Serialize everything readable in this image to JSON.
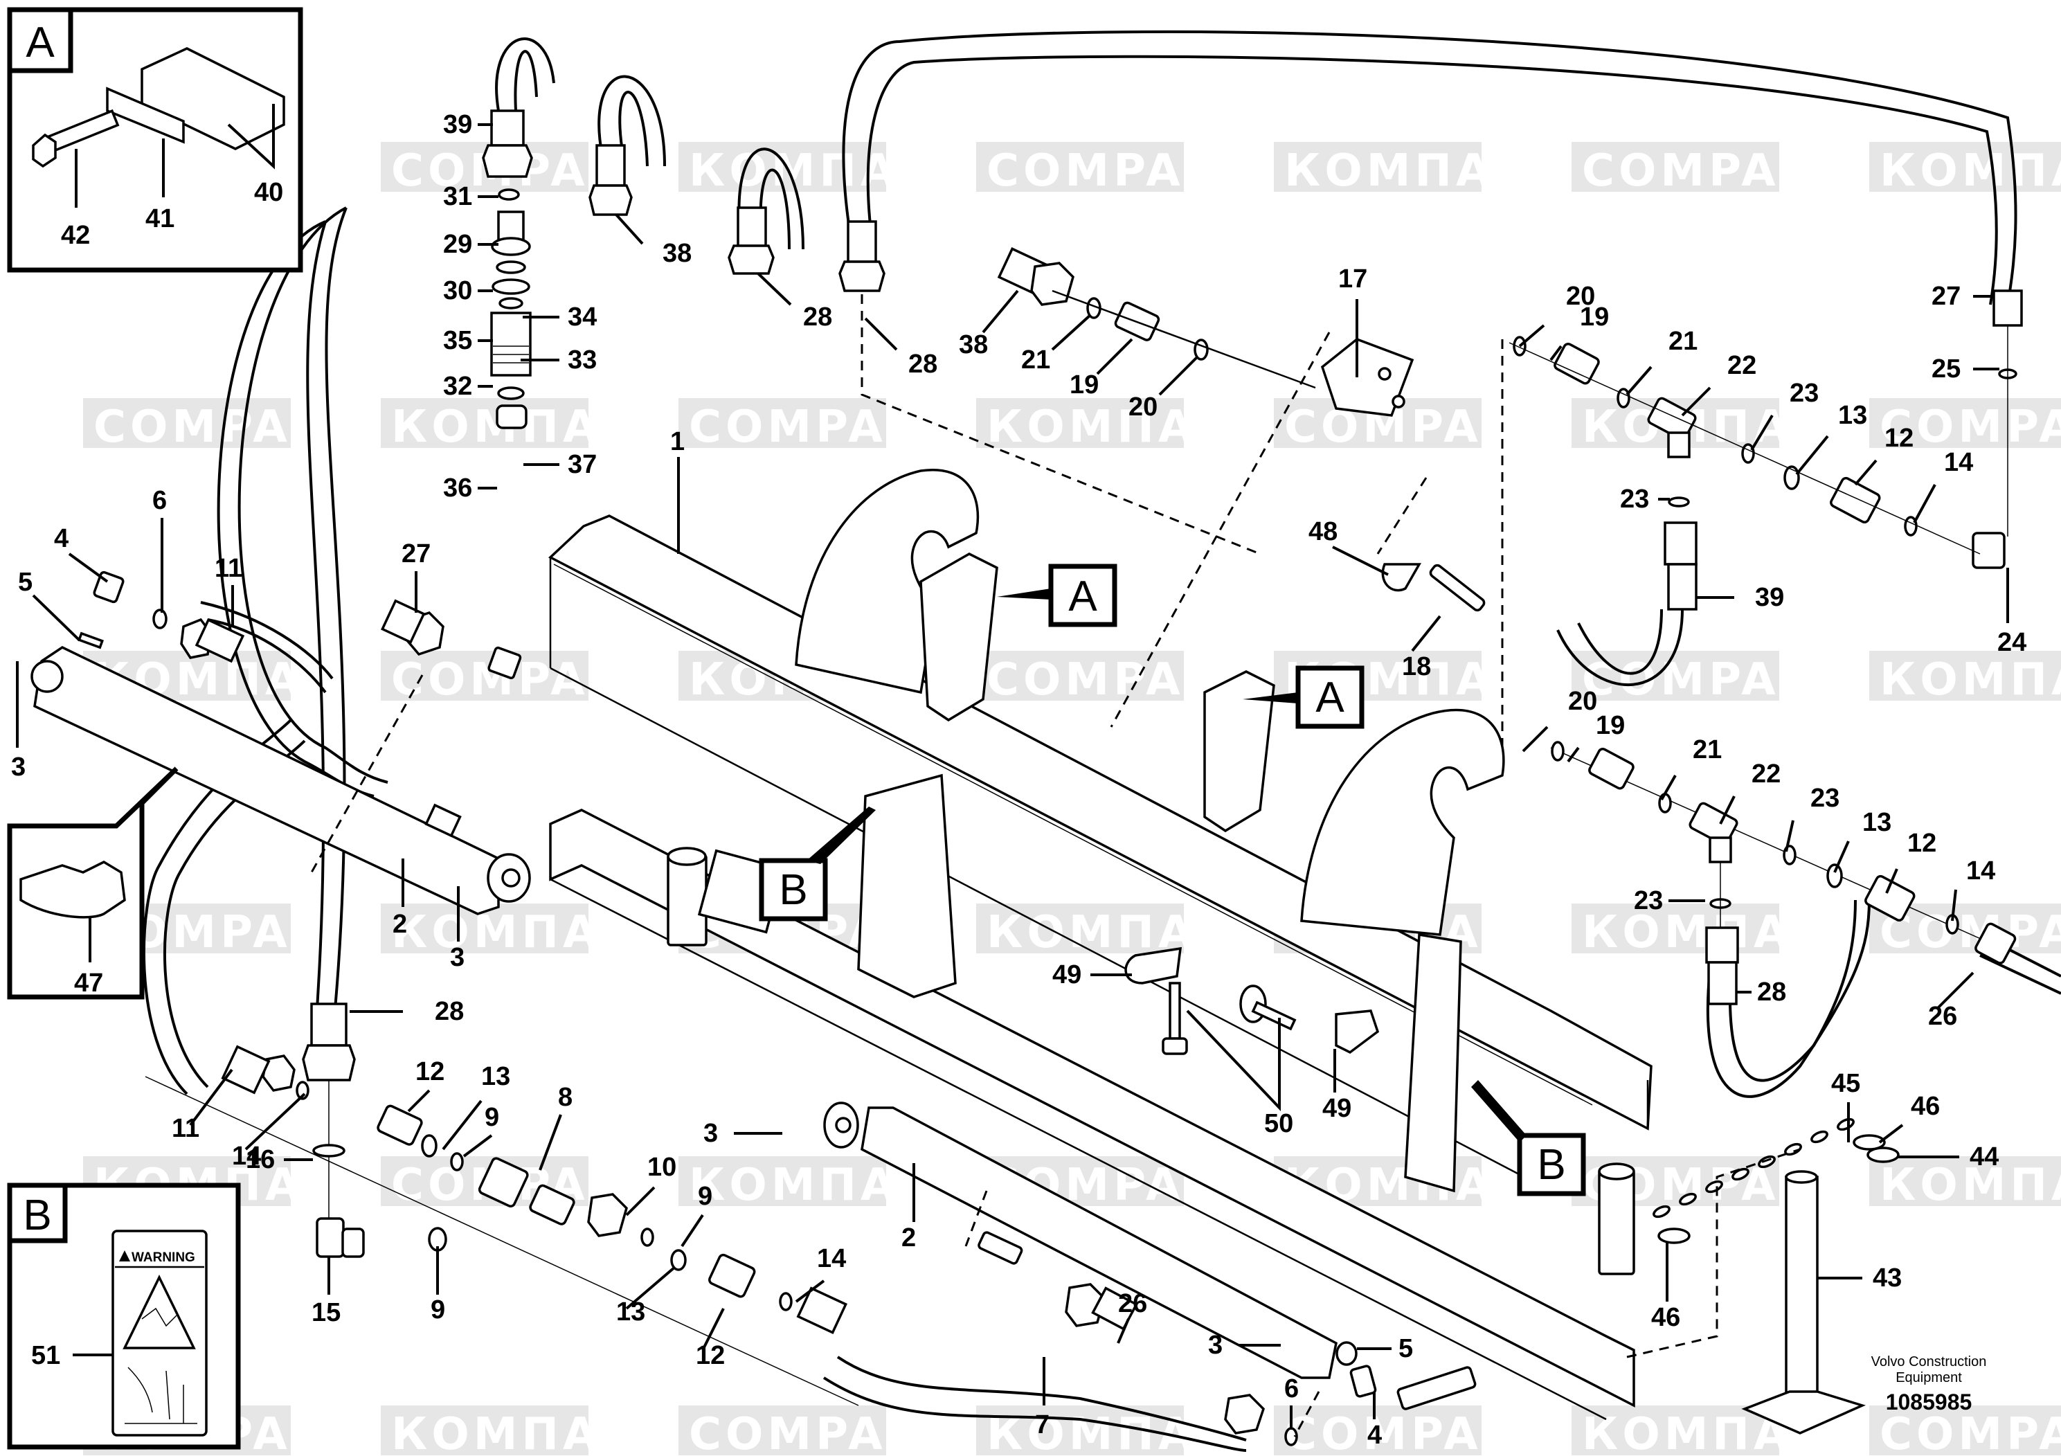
{
  "diagram": {
    "type": "exploded parts diagram",
    "publisher_line1": "Volvo Construction",
    "publisher_line2": "Equipment",
    "document_number": "1085985",
    "watermarks": [
      "КОМПАРТ",
      "COMPART"
    ],
    "colors": {
      "line": "#000000",
      "background": "#ffffff",
      "watermark_band": "#e6e6e6",
      "watermark_text": "#ffffff"
    }
  },
  "detail_views": {
    "A": {
      "label": "A",
      "callouts": [
        "40",
        "41",
        "42"
      ]
    },
    "B": {
      "label": "B",
      "callouts": [
        "51"
      ],
      "sticker_title": "WARNING"
    },
    "clamp_inset": {
      "callouts": [
        "47"
      ]
    }
  },
  "view_markers": [
    "A",
    "A",
    "B",
    "B"
  ],
  "callouts": [
    {
      "id": "c39a",
      "text": "39"
    },
    {
      "id": "c31",
      "text": "31"
    },
    {
      "id": "c29",
      "text": "29"
    },
    {
      "id": "c30",
      "text": "30"
    },
    {
      "id": "c34",
      "text": "34"
    },
    {
      "id": "c35",
      "text": "35"
    },
    {
      "id": "c33",
      "text": "33"
    },
    {
      "id": "c32",
      "text": "32"
    },
    {
      "id": "c37",
      "text": "37"
    },
    {
      "id": "c36",
      "text": "36"
    },
    {
      "id": "c38a",
      "text": "38"
    },
    {
      "id": "c28a",
      "text": "28"
    },
    {
      "id": "c28b",
      "text": "28"
    },
    {
      "id": "c38b",
      "text": "38"
    },
    {
      "id": "c21a",
      "text": "21"
    },
    {
      "id": "c19a",
      "text": "19"
    },
    {
      "id": "c20a",
      "text": "20"
    },
    {
      "id": "c17",
      "text": "17"
    },
    {
      "id": "c20b",
      "text": "20"
    },
    {
      "id": "c19b",
      "text": "19"
    },
    {
      "id": "c21b",
      "text": "21"
    },
    {
      "id": "c22a",
      "text": "22"
    },
    {
      "id": "c23a",
      "text": "23"
    },
    {
      "id": "c13a",
      "text": "13"
    },
    {
      "id": "c12a",
      "text": "12"
    },
    {
      "id": "c14a",
      "text": "14"
    },
    {
      "id": "c27a",
      "text": "27"
    },
    {
      "id": "c25",
      "text": "25"
    },
    {
      "id": "c24",
      "text": "24"
    },
    {
      "id": "c23b",
      "text": "23"
    },
    {
      "id": "c39b",
      "text": "39"
    },
    {
      "id": "c48",
      "text": "48"
    },
    {
      "id": "c18",
      "text": "18"
    },
    {
      "id": "c1",
      "text": "1"
    },
    {
      "id": "c6a",
      "text": "6"
    },
    {
      "id": "c4a",
      "text": "4"
    },
    {
      "id": "c5a",
      "text": "5"
    },
    {
      "id": "c11a",
      "text": "11"
    },
    {
      "id": "c27b",
      "text": "27"
    },
    {
      "id": "c3a",
      "text": "3"
    },
    {
      "id": "c2a",
      "text": "2"
    },
    {
      "id": "c3b",
      "text": "3"
    },
    {
      "id": "c28c",
      "text": "28"
    },
    {
      "id": "c20c",
      "text": "20"
    },
    {
      "id": "c19c",
      "text": "19"
    },
    {
      "id": "c21c",
      "text": "21"
    },
    {
      "id": "c22b",
      "text": "22"
    },
    {
      "id": "c23c",
      "text": "23"
    },
    {
      "id": "c13b",
      "text": "13"
    },
    {
      "id": "c12b",
      "text": "12"
    },
    {
      "id": "c14b",
      "text": "14"
    },
    {
      "id": "c23d",
      "text": "23"
    },
    {
      "id": "c28d",
      "text": "28"
    },
    {
      "id": "c26a",
      "text": "26"
    },
    {
      "id": "c49a",
      "text": "49"
    },
    {
      "id": "c50",
      "text": "50"
    },
    {
      "id": "c49b",
      "text": "49"
    },
    {
      "id": "c45",
      "text": "45"
    },
    {
      "id": "c46a",
      "text": "46"
    },
    {
      "id": "c44",
      "text": "44"
    },
    {
      "id": "c46b",
      "text": "46"
    },
    {
      "id": "c43",
      "text": "43"
    },
    {
      "id": "c11b",
      "text": "11"
    },
    {
      "id": "c14c",
      "text": "14"
    },
    {
      "id": "c12c",
      "text": "12"
    },
    {
      "id": "c13c",
      "text": "13"
    },
    {
      "id": "c9a",
      "text": "9"
    },
    {
      "id": "c8",
      "text": "8"
    },
    {
      "id": "c16",
      "text": "16"
    },
    {
      "id": "c15",
      "text": "15"
    },
    {
      "id": "c9b",
      "text": "9"
    },
    {
      "id": "c10",
      "text": "10"
    },
    {
      "id": "c9c",
      "text": "9"
    },
    {
      "id": "c13d",
      "text": "13"
    },
    {
      "id": "c12d",
      "text": "12"
    },
    {
      "id": "c14d",
      "text": "14"
    },
    {
      "id": "c3c",
      "text": "3"
    },
    {
      "id": "c2b",
      "text": "2"
    },
    {
      "id": "c26b",
      "text": "26"
    },
    {
      "id": "c7",
      "text": "7"
    },
    {
      "id": "c3d",
      "text": "3"
    },
    {
      "id": "c5b",
      "text": "5"
    },
    {
      "id": "c6b",
      "text": "6"
    },
    {
      "id": "c4b",
      "text": "4"
    },
    {
      "id": "c40",
      "text": "40"
    },
    {
      "id": "c41",
      "text": "41"
    },
    {
      "id": "c42",
      "text": "42"
    },
    {
      "id": "c47",
      "text": "47"
    },
    {
      "id": "c51",
      "text": "51"
    }
  ]
}
